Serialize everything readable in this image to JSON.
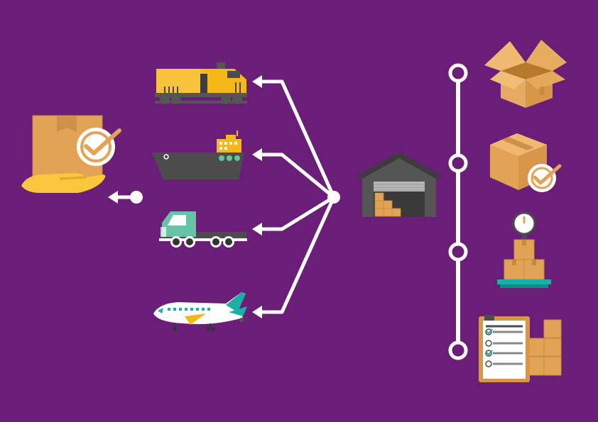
{
  "diagram": {
    "nodes": [
      {
        "id": "delivery",
        "icon": "hand-box-check-icon"
      },
      {
        "id": "train",
        "icon": "train-icon"
      },
      {
        "id": "ship",
        "icon": "cargo-ship-icon"
      },
      {
        "id": "truck",
        "icon": "truck-icon"
      },
      {
        "id": "plane",
        "icon": "airplane-icon"
      },
      {
        "id": "warehouse",
        "icon": "warehouse-icon"
      },
      {
        "id": "open-box",
        "icon": "open-box-icon"
      },
      {
        "id": "checked-box",
        "icon": "box-check-icon"
      },
      {
        "id": "weighing",
        "icon": "scale-boxes-icon"
      },
      {
        "id": "checklist",
        "icon": "clipboard-checklist-icon"
      }
    ],
    "edges": [
      {
        "from": "warehouse",
        "to": "train"
      },
      {
        "from": "warehouse",
        "to": "ship"
      },
      {
        "from": "warehouse",
        "to": "truck"
      },
      {
        "from": "warehouse",
        "to": "plane"
      },
      {
        "from": "transport",
        "to": "delivery"
      }
    ],
    "timeline": {
      "steps": [
        "open-box",
        "checked-box",
        "weighing",
        "checklist"
      ]
    }
  },
  "colors": {
    "background": "#6a1e78",
    "line": "#ffffff",
    "box": "#e2a356",
    "box_dark": "#c98a3c",
    "train": "#f6b719",
    "ship": "#4c4c4c",
    "truck": "#66c3a6",
    "plane_tail": "#1ab0a8",
    "hand": "#f9c63e",
    "warehouse": "#444444"
  }
}
